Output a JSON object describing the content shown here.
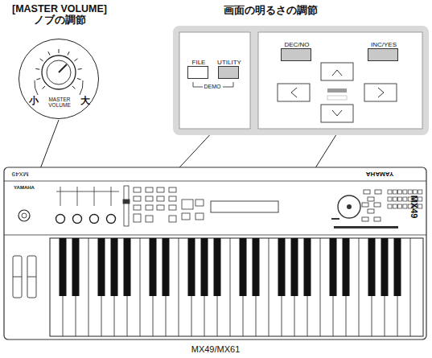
{
  "diagram": {
    "nodes": [
      {
        "text": [
          "画面の明るさの調節"
        ]
      },
      {
        "text": [
          "FILE"
        ],
        "in": 0
      },
      {
        "text": [
          "UTILITY"
        ],
        "in": 0
      },
      {
        "text": [
          "DEC/NO"
        ],
        "in": 0
      },
      {
        "text": [
          "INC/YES"
        ],
        "in": 0
      },
      {
        "text": [
          "[MASTER VOLUME] ノブの調節",
          "小",
          "大",
          "MASTER VOLUME"
        ]
      }
    ],
    "labels": [
      "DEMO",
      "MX49/MX61",
      "YAMAHA",
      "YAMAHA",
      "MX49",
      "MX49"
    ]
  }
}
